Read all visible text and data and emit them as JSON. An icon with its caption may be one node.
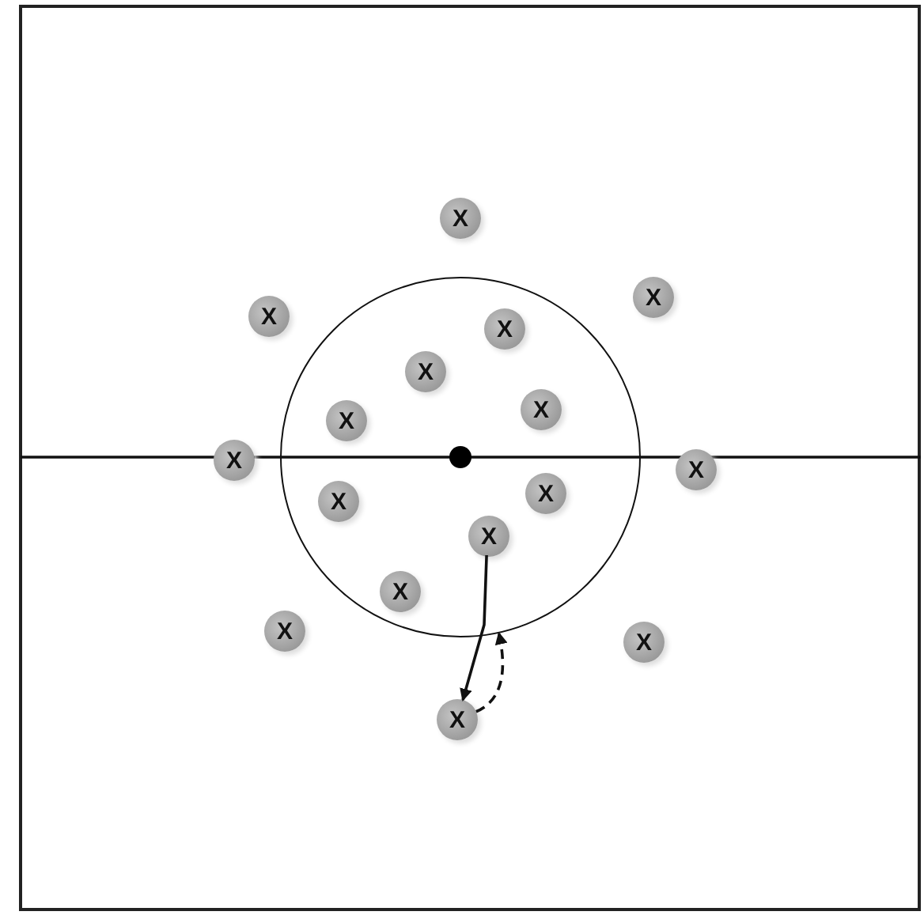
{
  "diagram": {
    "nodes": [
      {
        "text": [],
        "shape": "circle"
      },
      {
        "text": [
          "X"
        ]
      },
      {
        "text": [
          "X"
        ]
      },
      {
        "text": [
          "X"
        ]
      },
      {
        "text": [
          "X"
        ],
        "in": 0
      },
      {
        "text": [
          "X"
        ],
        "in": 0
      },
      {
        "text": [
          "X"
        ],
        "in": 0
      },
      {
        "text": [
          "X"
        ],
        "in": 0
      },
      {
        "text": [
          "X"
        ]
      },
      {
        "text": [
          "X"
        ]
      },
      {
        "text": [
          "X"
        ],
        "in": 0
      },
      {
        "text": [
          "X"
        ],
        "in": 0
      },
      {
        "text": [
          "X"
        ],
        "in": 0
      },
      {
        "text": [
          "X"
        ],
        "in": 0
      },
      {
        "text": [
          "X"
        ]
      },
      {
        "text": [
          "X"
        ]
      },
      {
        "text": [
          "X"
        ]
      }
    ],
    "edges": [
      {
        "from": 12,
        "to": 16,
        "arrow": "to"
      },
      {
        "from": 16,
        "to": 0,
        "arrow": "to",
        "style": "dashed"
      }
    ]
  }
}
